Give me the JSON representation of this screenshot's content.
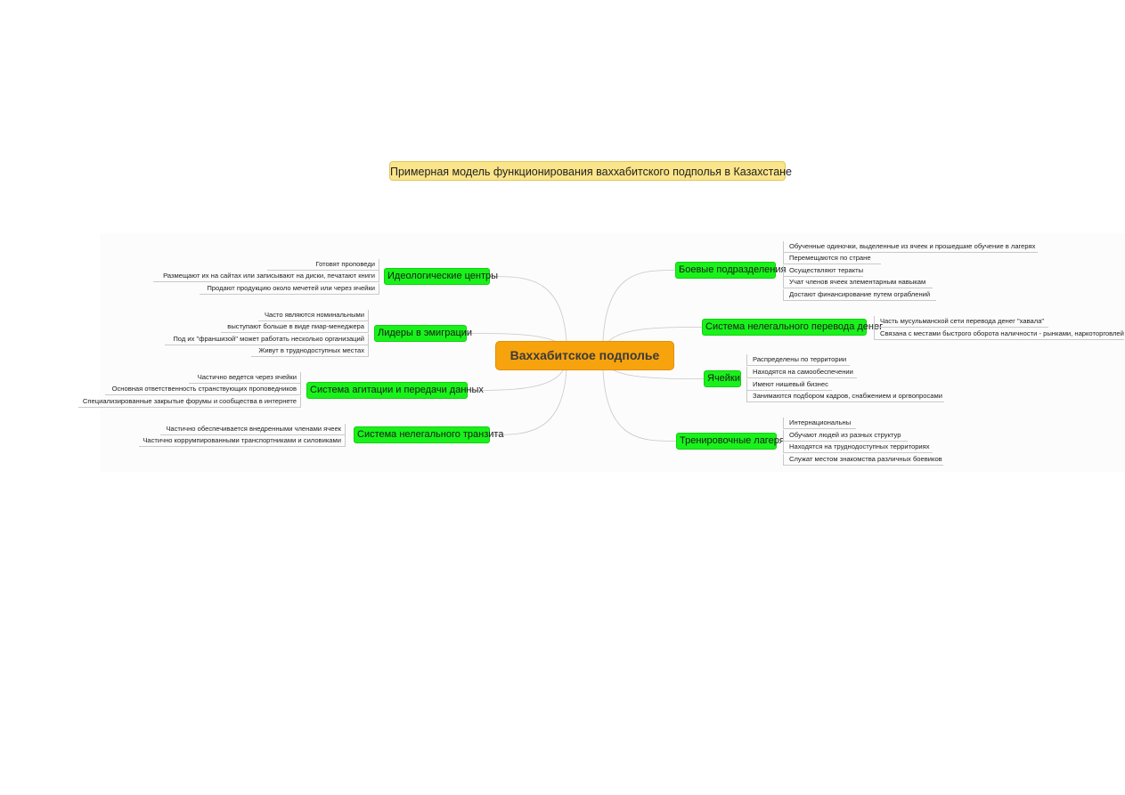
{
  "title": "Примерная модель функционирования ваххабитского подполья в Казахстане",
  "central": "Ваххабитское подполье",
  "colors": {
    "central_fill": "#f7a30d",
    "branch_fill": "#19f21a",
    "title_fill": "#fbe58a",
    "link": "#c8c8c8"
  },
  "branches": {
    "ideological": {
      "label": "Идеологические центры",
      "leaves": [
        "Готовят проповеди",
        "Размещают их на сайтах или записывают на диски, печатают книги",
        "Продают продукцию около мечетей или через ячейки"
      ]
    },
    "emigration": {
      "label": "Лидеры в эмиграции",
      "leaves": [
        "Часто являются номинальными",
        "выступают больше в виде пиар-менеджера",
        "Под их \"франшизой\" может работать несколько организаций",
        "Живут в труднодоступных местах"
      ]
    },
    "agitation": {
      "label": "Система агитации и передачи данных",
      "leaves": [
        "Частично ведется через ячейки",
        "Основная ответственность странствующих проповедников",
        "Специализированные закрытые форумы и сообщества в интернете"
      ]
    },
    "transit": {
      "label": "Система нелегального транзита",
      "leaves": [
        "Частично обеспечивается внедренными членами ячеек",
        "Частично коррумпированными транспортниками и силовиками"
      ]
    },
    "combat": {
      "label": "Боевые подразделения",
      "leaves": [
        "Обученные одиночки, выделенные из ячеек и прошедшие обучение в лагерях",
        "Перемещаются по стране",
        "Осуществляют теракты",
        "Учат членов ячеек элементарным навыкам",
        "Достают финансирование путем ограблений"
      ]
    },
    "money": {
      "label": "Система нелегального перевода денег",
      "leaves": [
        "Часть мусульманской сети перевода денег \"хавала\"",
        "Связана с местами быстрого оборота наличности - рынками, наркоторговлей"
      ]
    },
    "cells": {
      "label": "Ячейки",
      "leaves": [
        "Распределены по территории",
        "Находятся на самообеспечении",
        "Имеют нишевый бизнес",
        "Занимаются подбором кадров, снабжением и оргвопросами"
      ]
    },
    "camps": {
      "label": "Тренировочные лагеря",
      "leaves": [
        "Интернациональны",
        "Обучают людей из разных структур",
        "Находятся на труднодоступных территориях",
        "Служат местом знакомства различных боевиков"
      ]
    }
  }
}
